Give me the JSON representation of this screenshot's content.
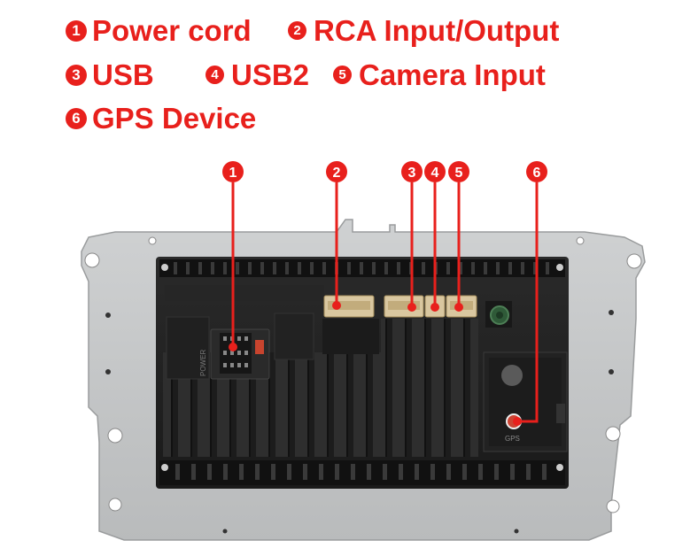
{
  "legend": [
    {
      "num": "1",
      "label": "Power cord"
    },
    {
      "num": "2",
      "label": "RCA Input/Output"
    },
    {
      "num": "3",
      "label": "USB"
    },
    {
      "num": "4",
      "label": "USB2"
    },
    {
      "num": "5",
      "label": "Camera Input"
    },
    {
      "num": "6",
      "label": "GPS Device"
    }
  ],
  "callouts": [
    "1",
    "2",
    "3",
    "4",
    "5",
    "6"
  ],
  "device": {
    "power_label": "POWER",
    "gps_label": "GPS",
    "accent_color": "#e8201c"
  }
}
